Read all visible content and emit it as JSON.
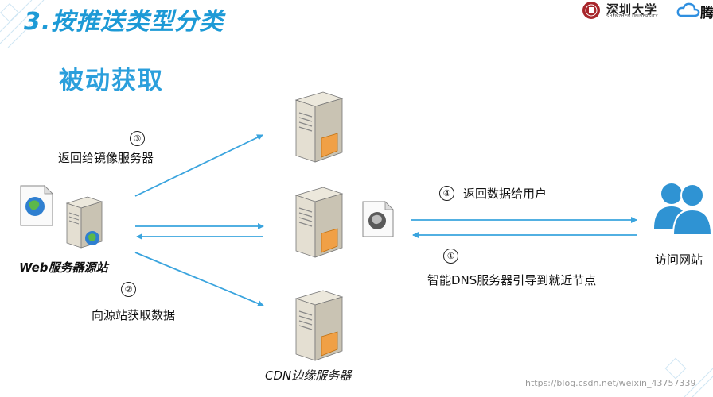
{
  "title": "3.按推送类型分类",
  "subtitle": "被动获取",
  "nodes": {
    "origin": "Web服务器源站",
    "cdn": "CDN边缘服务器",
    "user": "访问网站"
  },
  "steps": [
    {
      "num": "①",
      "text": "智能DNS服务器引导到就近节点"
    },
    {
      "num": "②",
      "text": "向源站获取数据"
    },
    {
      "num": "③",
      "text": "返回给镜像服务器"
    },
    {
      "num": "④",
      "text": "返回数据给用户"
    }
  ],
  "logos": {
    "university": "深圳大学",
    "university_sub": "SHENZHEN UNIVERSITY",
    "cloud": "腾"
  },
  "watermark": "https://blog.csdn.net/weixin_43757339",
  "colors": {
    "accent": "#1d9ad6",
    "arrow": "#3aa4de",
    "user_icon": "#2f93d3"
  }
}
